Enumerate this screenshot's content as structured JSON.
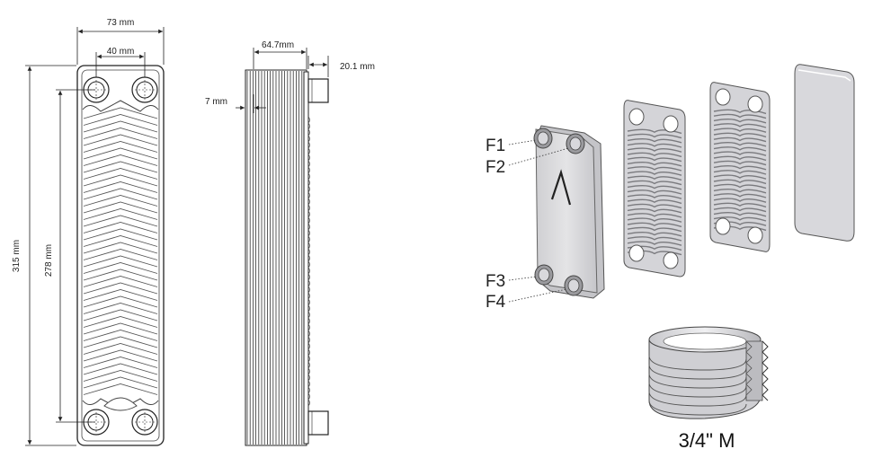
{
  "dimensions": {
    "overall_width": "73 mm",
    "port_spacing": "40 mm",
    "overall_height": "315 mm",
    "port_height": "278 mm",
    "depth": "64.7mm",
    "connection_length": "20.1 mm",
    "end_plate": "7 mm"
  },
  "ports": [
    "F1",
    "F2",
    "F3",
    "F4"
  ],
  "thread_label": "3/4\" M",
  "colors": {
    "line": "#222222",
    "plate_fill": "#d9d9db",
    "plate_stroke": "#555555",
    "pattern": "#8a8a8a"
  }
}
